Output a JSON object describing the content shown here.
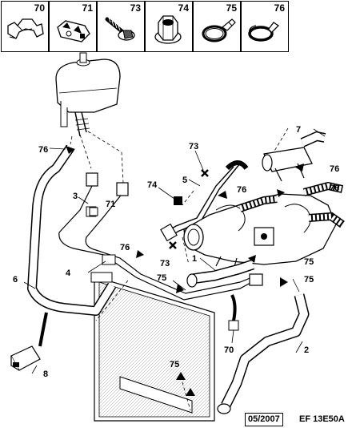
{
  "legend": [
    {
      "num": "70",
      "icon": "hose-clip-icon"
    },
    {
      "num": "71",
      "icon": "pipe-bracket-icon"
    },
    {
      "num": "73",
      "icon": "screw-icon"
    },
    {
      "num": "74",
      "icon": "nut-icon"
    },
    {
      "num": "75",
      "icon": "hose-clamp-icon"
    },
    {
      "num": "76",
      "icon": "spring-clip-icon"
    }
  ],
  "callouts": {
    "c1": "1",
    "c2": "2",
    "c3": "3",
    "c4": "4",
    "c5": "5",
    "c6": "6",
    "c7": "7",
    "c8": "8",
    "c70": "70",
    "c71": "71",
    "c73a": "73",
    "c73b": "73",
    "c74": "74",
    "c75a": "75",
    "c75b": "75",
    "c75c": "75",
    "c75d": "75",
    "c76a": "76",
    "c76b": "76",
    "c76c": "76",
    "c76d": "76",
    "c76e": "76"
  },
  "reference": {
    "date": "05/2007",
    "code": "EF 13E50A"
  }
}
